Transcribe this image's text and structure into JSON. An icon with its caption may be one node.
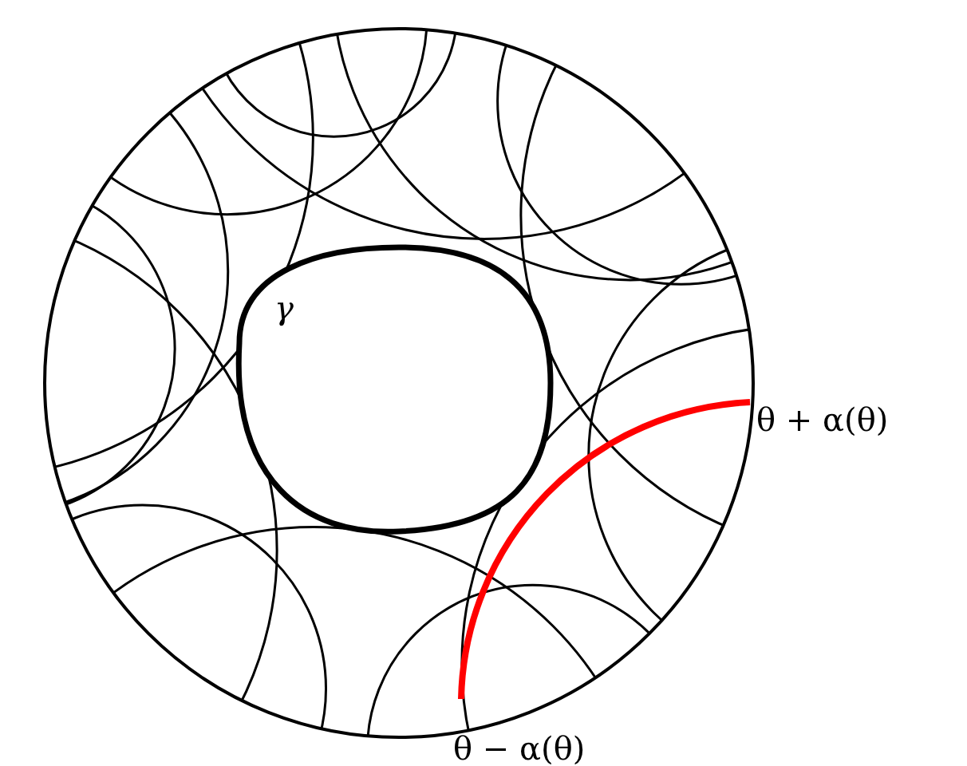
{
  "diagram": {
    "labels": [
      "γ",
      "θ + α(θ)",
      "θ − α(θ)"
    ]
  }
}
